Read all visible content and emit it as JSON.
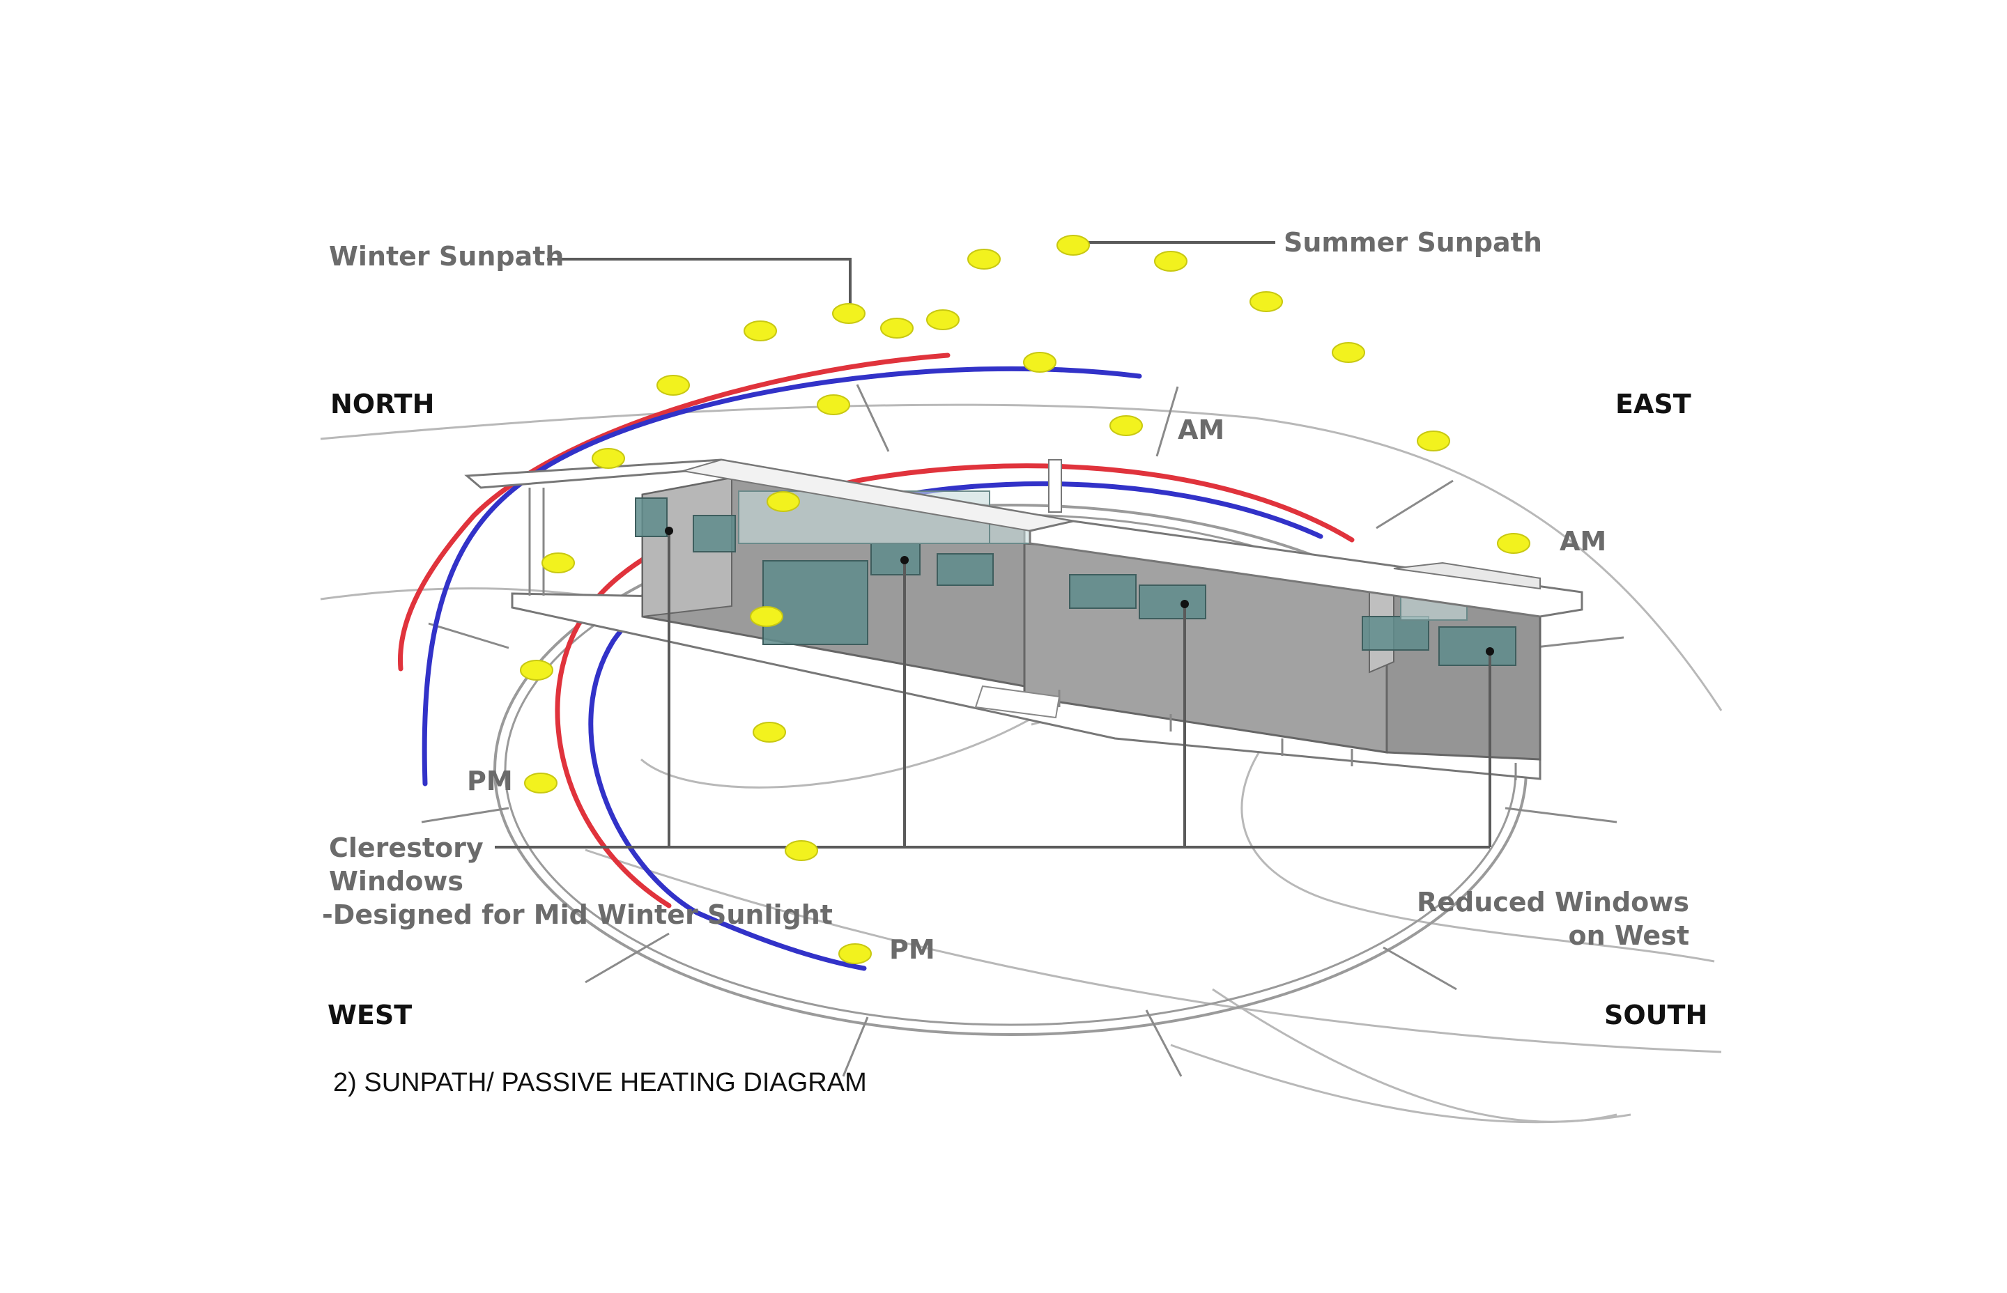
{
  "labels": {
    "winter_sunpath": "Winter Sunpath",
    "summer_sunpath": "Summer Sunpath",
    "north": "NORTH",
    "east": "EAST",
    "west": "WEST",
    "south": "SOUTH",
    "am_1": "AM",
    "am_2": "AM",
    "pm_1": "PM",
    "pm_2": "PM",
    "clerestory_line1": "Clerestory",
    "clerestory_line2": "Windows",
    "clerestory_line3": "-Designed for Mid Winter Sunlight",
    "reduced_line1": "Reduced Windows",
    "reduced_line2": "on West",
    "caption": "2) SUNPATH/ PASSIVE HEATING DIAGRAM"
  },
  "colors": {
    "winter_path": "#e0333c",
    "summer_path": "#3232c8",
    "sun": "#f2f21e",
    "label_gray": "#6b6b6b",
    "glass": "#5f8c8c"
  }
}
